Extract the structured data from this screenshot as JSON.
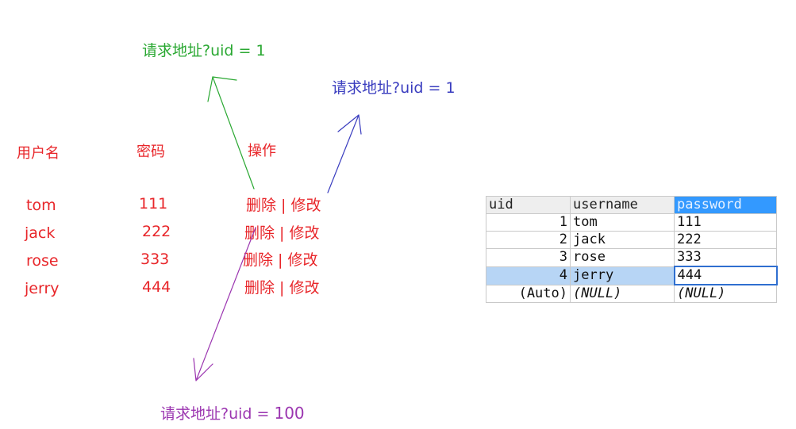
{
  "annotations": {
    "green": "请求地址?uid = 1",
    "blue": "请求地址?uid = 1",
    "purple_prefix": "请求地址?uid =",
    "purple_value": "100"
  },
  "headers": {
    "username": "用户名",
    "password": "密码",
    "action": "操作"
  },
  "rows": [
    {
      "username": "tom",
      "password": "111",
      "action": "删除 | 修改"
    },
    {
      "username": "jack",
      "password": "222",
      "action": "删除 | 修改"
    },
    {
      "username": "rose",
      "password": "333",
      "action": "删除 | 修改"
    },
    {
      "username": "jerry",
      "password": "444",
      "action": "删除 | 修改"
    }
  ],
  "db_table": {
    "columns": [
      "uid",
      "username",
      "password"
    ],
    "rows": [
      [
        "1",
        "tom",
        "111"
      ],
      [
        "2",
        "jack",
        "222"
      ],
      [
        "3",
        "rose",
        "333"
      ],
      [
        "4",
        "jerry",
        "444"
      ],
      [
        "(Auto)",
        "(NULL)",
        "(NULL)"
      ]
    ]
  },
  "colors": {
    "red": "#e8262a",
    "green": "#2aa832",
    "blue": "#3a3dbf",
    "purple": "#9b35b0",
    "selection": "#3399ff"
  }
}
